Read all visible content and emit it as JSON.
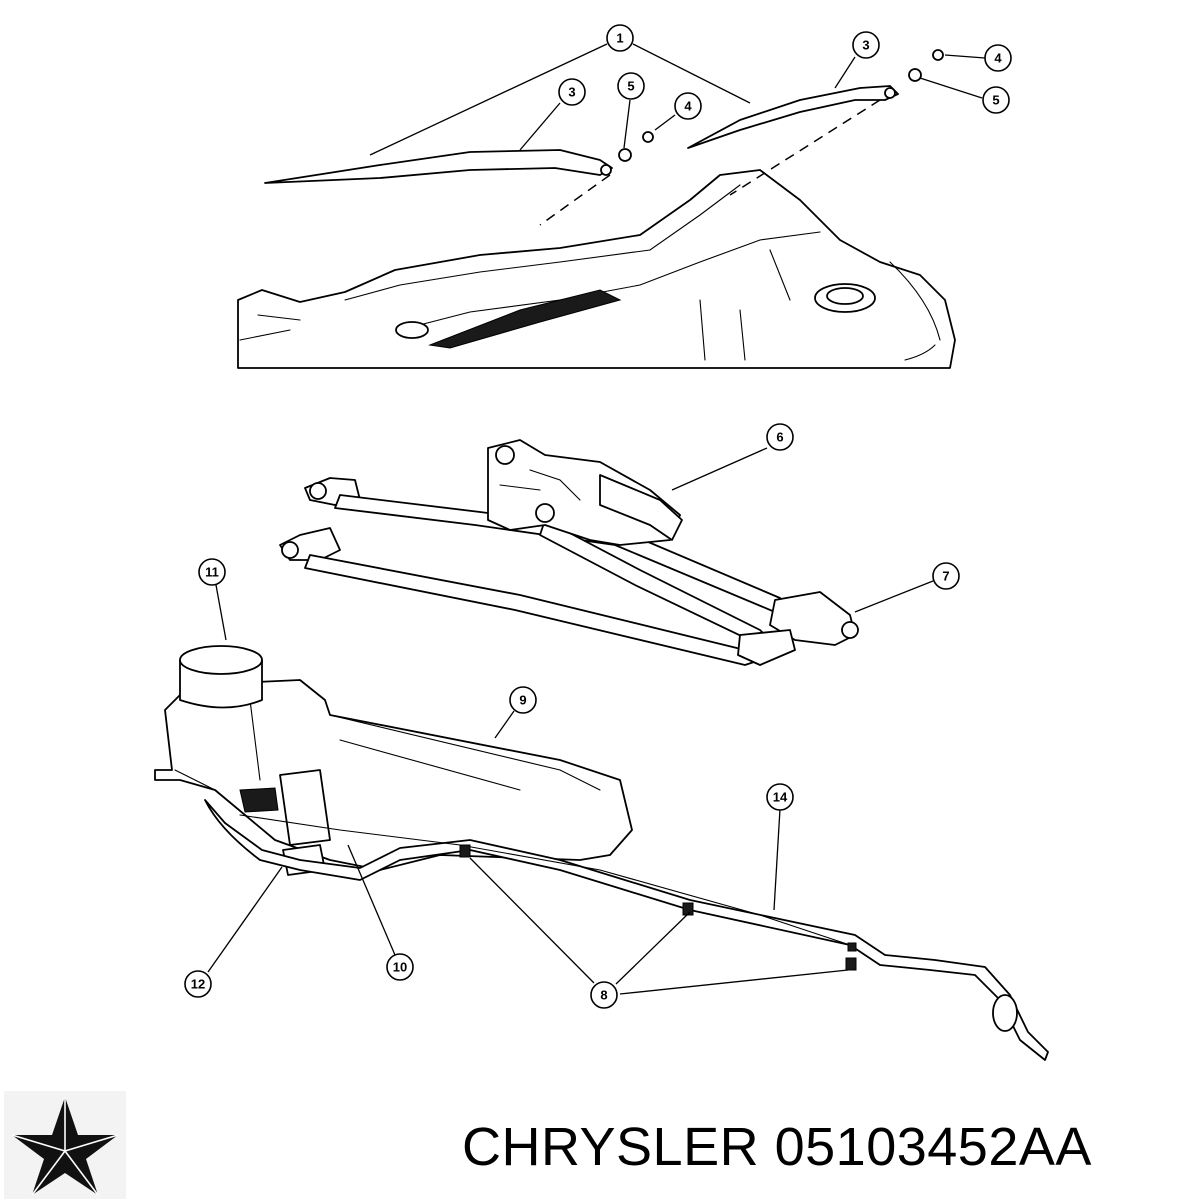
{
  "callouts": [
    {
      "label": "1"
    },
    {
      "label": "3"
    },
    {
      "label": "5"
    },
    {
      "label": "4"
    },
    {
      "label": "3"
    },
    {
      "label": "4"
    },
    {
      "label": "5"
    },
    {
      "label": "6"
    },
    {
      "label": "7"
    },
    {
      "label": "11"
    },
    {
      "label": "9"
    },
    {
      "label": "14"
    },
    {
      "label": "12"
    },
    {
      "label": "10"
    },
    {
      "label": "8"
    }
  ],
  "footer": {
    "brand": "CHRYSLER",
    "part_number": "05103452AA",
    "text": "CHRYSLER 05103452AA"
  },
  "icons": {
    "logo": "chrysler-pentastar-icon"
  },
  "colors": {
    "line": "#000000",
    "background": "#ffffff"
  }
}
